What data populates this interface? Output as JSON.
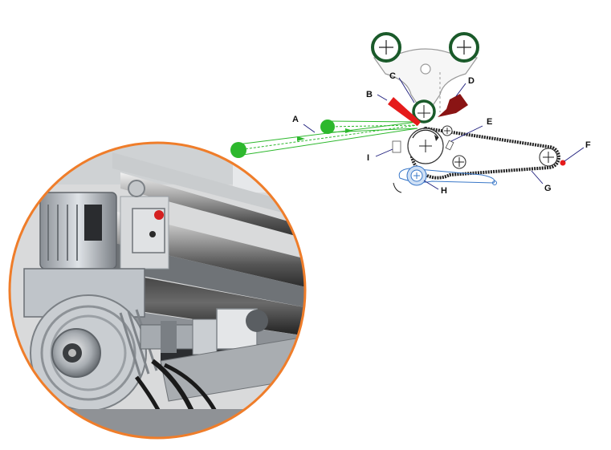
{
  "labels": {
    "a": "A",
    "b": "B",
    "c": "C",
    "d": "D",
    "e": "E",
    "f": "F",
    "g": "G",
    "h": "H",
    "i": "I"
  },
  "colors": {
    "roll_green": "#1a5a2a",
    "web_green": "#2db82d",
    "blade_red": "#e51b1b",
    "cutter_dark_red": "#8a1414",
    "belt": "#222222",
    "blue_parts": "#3a78c8",
    "photo_border": "#ef7d2a",
    "frame_gray": "#b8b8b8"
  },
  "icons": {
    "roll_center": "plus-crosshair-icon",
    "cutting_blade": "red-blade-icon",
    "rotation": "curved-arrow-icon"
  }
}
